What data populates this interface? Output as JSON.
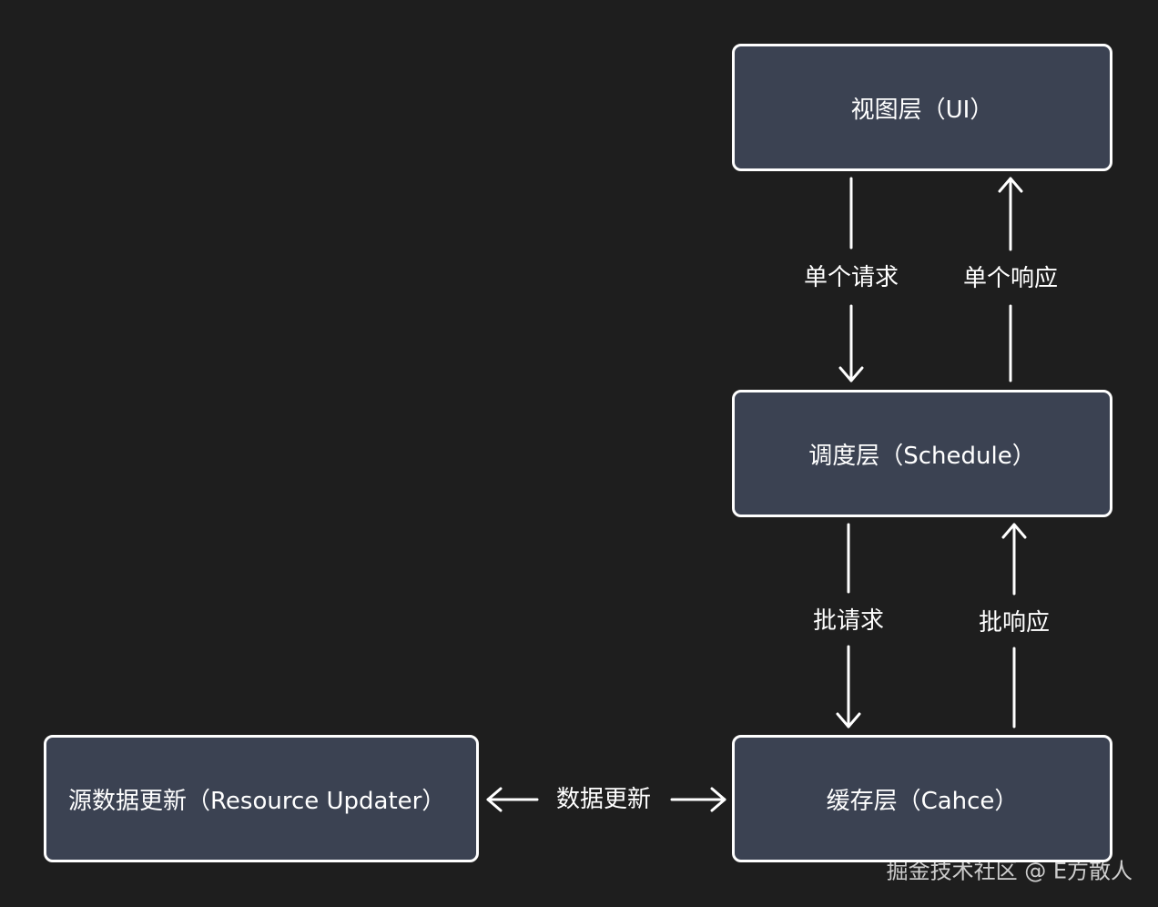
{
  "diagram": {
    "nodes": {
      "ui": "视图层（UI）",
      "schedule": "调度层（Schedule）",
      "cache": "缓存层（Cahce）",
      "resource": "源数据更新（Resource Updater）"
    },
    "edges": {
      "single_request": "单个请求",
      "single_response": "单个响应",
      "batch_request": "批请求",
      "batch_response": "批响应",
      "data_update": "数据更新"
    },
    "colors": {
      "background": "#1e1e1e",
      "node_fill": "#3b4252",
      "stroke": "#ffffff"
    }
  },
  "watermark": "掘金技术社区 @ E方散人"
}
